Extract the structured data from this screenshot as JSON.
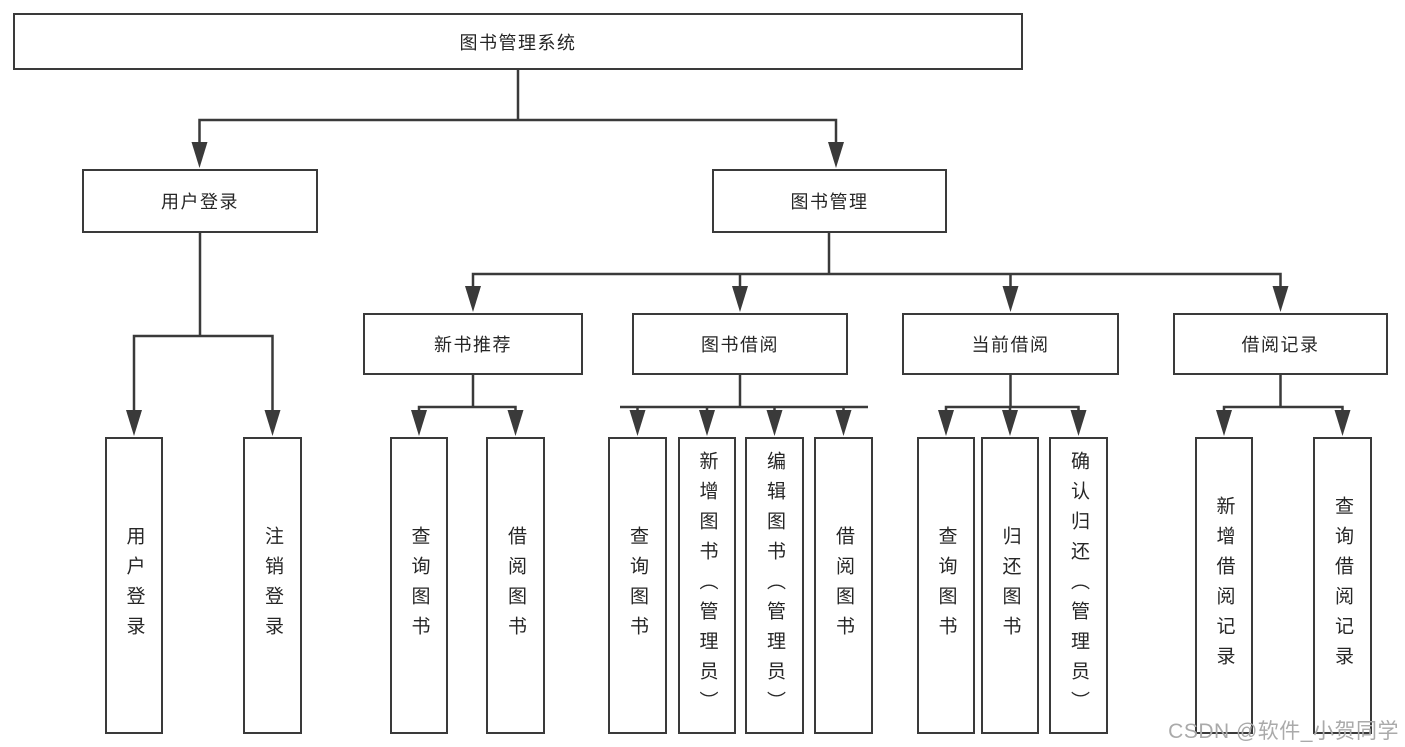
{
  "colors": {
    "line": "#3a3a3a",
    "box_border": "#3a3a3a",
    "text": "#262626",
    "watermark": "#aaaaaa",
    "background": "#ffffff"
  },
  "watermark": {
    "text": "CSDN @软件_小贺同学"
  },
  "tree": {
    "root": {
      "label": "图书管理系统",
      "children": [
        {
          "label": "用户登录",
          "children": [
            {
              "label": "用户登录"
            },
            {
              "label": "注销登录"
            }
          ]
        },
        {
          "label": "图书管理",
          "children": [
            {
              "label": "新书推荐",
              "children": [
                {
                  "label": "查询图书"
                },
                {
                  "label": "借阅图书"
                }
              ]
            },
            {
              "label": "图书借阅",
              "children": [
                {
                  "label": "查询图书"
                },
                {
                  "label": "新增图书（管理员）"
                },
                {
                  "label": "编辑图书（管理员）"
                },
                {
                  "label": "借阅图书"
                }
              ]
            },
            {
              "label": "当前借阅",
              "children": [
                {
                  "label": "查询图书"
                },
                {
                  "label": "归还图书"
                },
                {
                  "label": "确认归还（管理员）"
                }
              ]
            },
            {
              "label": "借阅记录",
              "children": [
                {
                  "label": "新增借阅记录"
                },
                {
                  "label": "查询借阅记录"
                }
              ]
            }
          ]
        }
      ]
    }
  }
}
